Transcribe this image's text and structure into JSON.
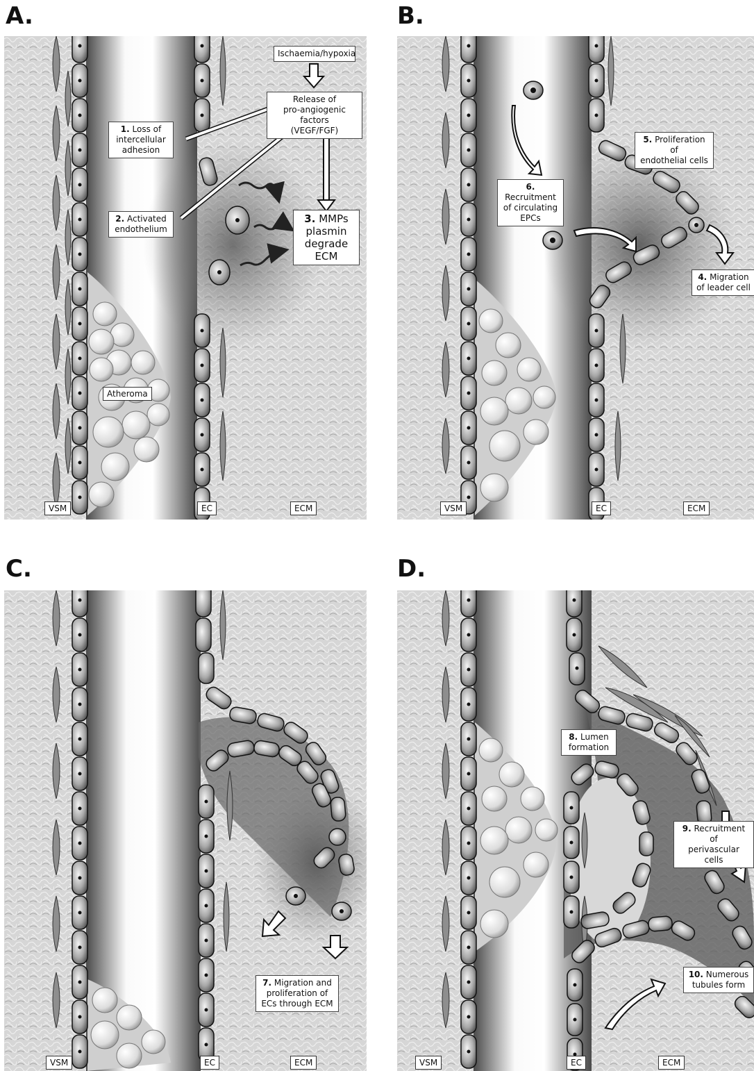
{
  "panels": {
    "a": {
      "letter": "A.",
      "ischaemia": "Ischaemia/hypoxia",
      "release": [
        "Release of",
        "pro-angiogenic factors",
        "(VEGF/FGF)"
      ],
      "step1_num": "1.",
      "step1": [
        "Loss of",
        "intercellular",
        "adhesion"
      ],
      "step2_num": "2.",
      "step2": [
        "Activated",
        "endothelium"
      ],
      "step3_num": "3.",
      "step3": [
        "MMPs",
        "plasmin",
        "degrade ECM"
      ],
      "atheroma": "Atheroma",
      "vsm": "VSM",
      "ec": "EC",
      "ecm": "ECM"
    },
    "b": {
      "letter": "B.",
      "step5_num": "5.",
      "step5": [
        "Proliferation of",
        "endothelial cells"
      ],
      "step6_num": "6.",
      "step6": [
        "Recruitment",
        "of circulating",
        "EPCs"
      ],
      "step4_num": "4.",
      "step4": [
        "Migration",
        "of leader cell"
      ],
      "vsm": "VSM",
      "ec": "EC",
      "ecm": "ECM"
    },
    "c": {
      "letter": "C.",
      "step7_num": "7.",
      "step7": [
        "Migration and",
        "proliferation of",
        "ECs through ECM"
      ],
      "vsm": "VSM",
      "ec": "EC",
      "ecm": "ECM"
    },
    "d": {
      "letter": "D.",
      "step8_num": "8.",
      "step8": [
        "Lumen",
        "formation"
      ],
      "step9_num": "9.",
      "step9": [
        "Recruitment of",
        "perivascular cells"
      ],
      "step10_num": "10.",
      "step10": [
        "Numerous",
        "tubules form"
      ],
      "vsm": "VSM",
      "ec": "EC",
      "ecm": "ECM"
    }
  },
  "colors": {
    "tissue": "#d9d9d9",
    "lumen_light": "#ffffff",
    "lumen_dark": "#5a5a5a",
    "cell": "#b8b8b8",
    "outline": "#111111"
  },
  "icons": [
    "down-arrow-icon",
    "wavy-arrow-icon",
    "curved-arrow-icon"
  ]
}
